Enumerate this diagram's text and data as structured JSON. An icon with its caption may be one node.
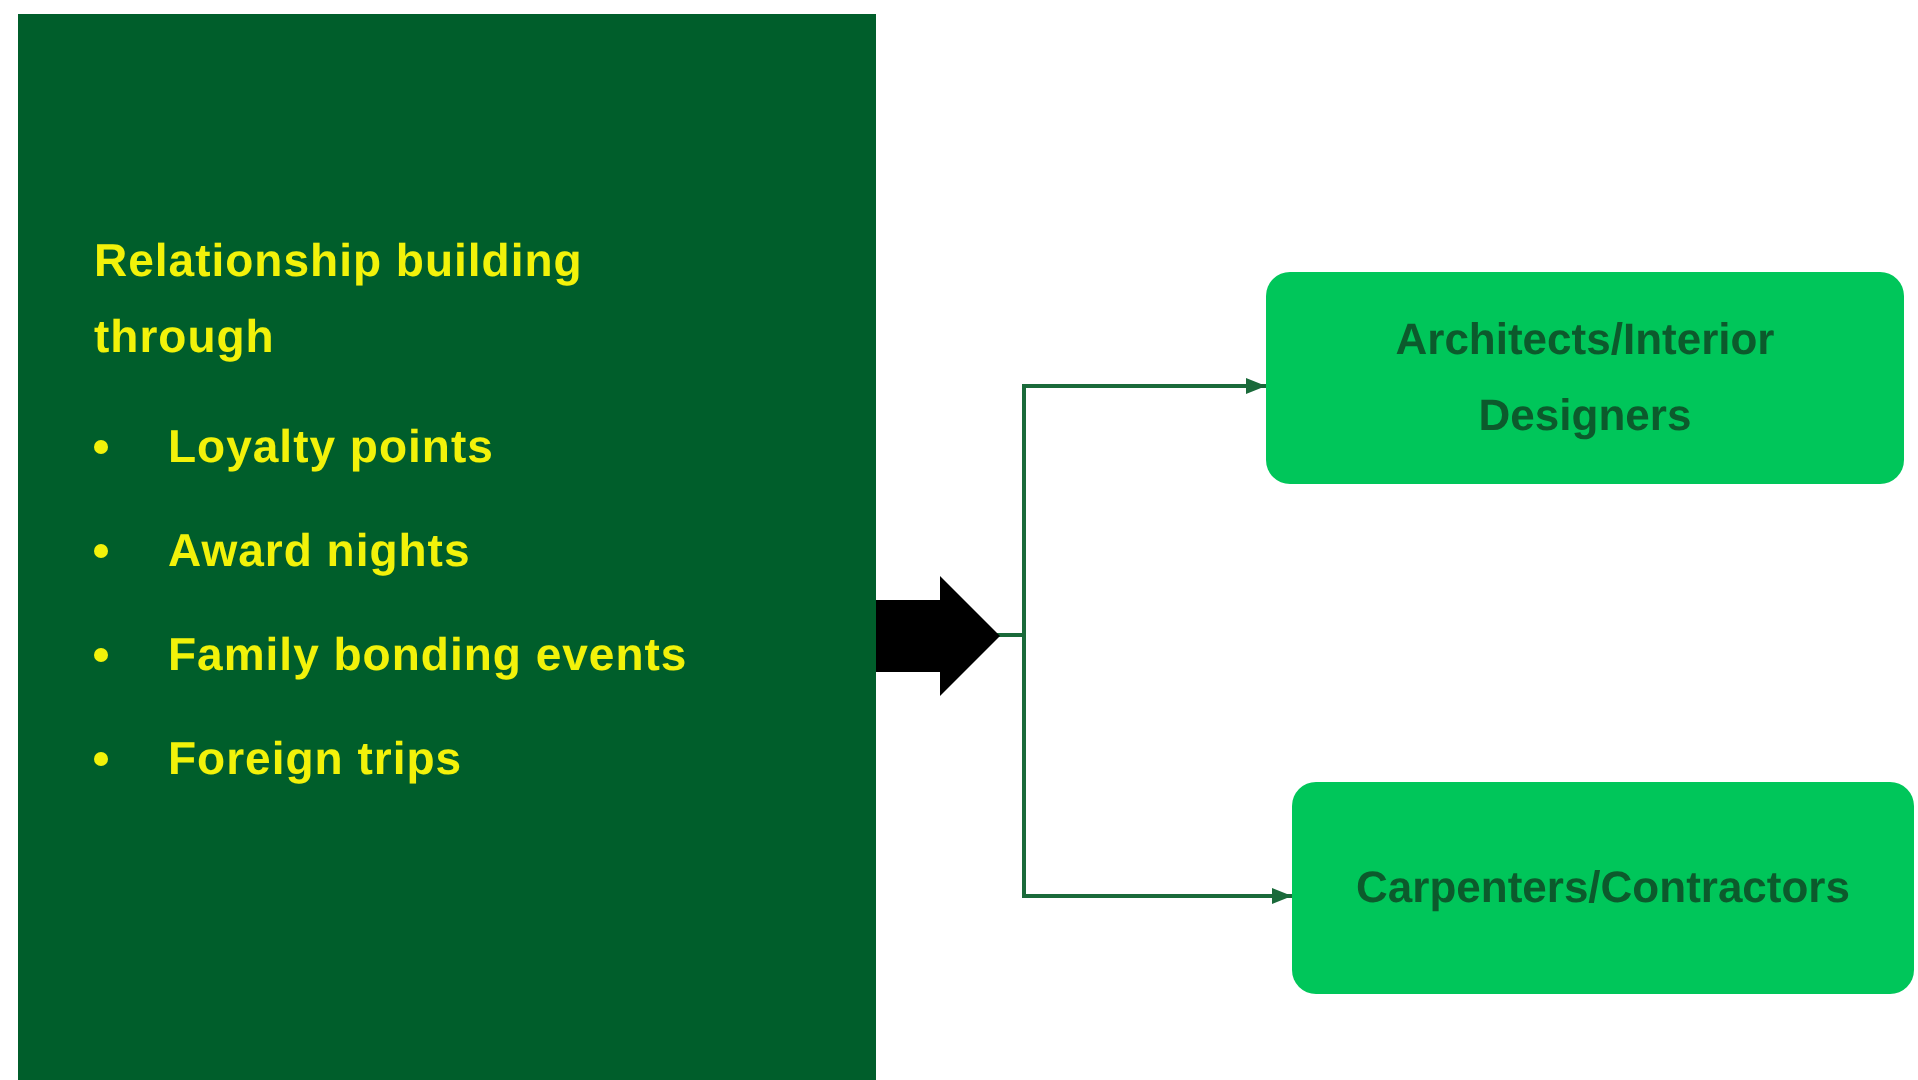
{
  "diagram": {
    "nodes": [
      {
        "text": [
          "Relationship building through",
          "Loyalty points",
          "Award nights",
          "Family bonding events",
          "Foreign trips"
        ]
      },
      {
        "text": [
          "Architects/Interior Designers"
        ]
      },
      {
        "text": [
          "Carpenters/Contractors"
        ]
      }
    ],
    "edges": [
      {
        "from": 0,
        "to": 1,
        "arrow": "to"
      },
      {
        "from": 0,
        "to": 2,
        "arrow": "to"
      }
    ]
  }
}
